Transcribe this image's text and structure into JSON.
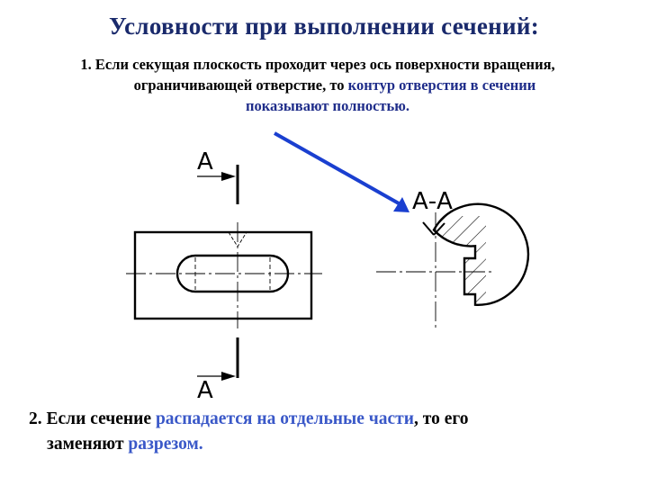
{
  "title": "Условности при выполнении сечений:",
  "rule1": {
    "line1": "1. Если секущая плоскость проходит через ось поверхности вращения,",
    "line2_start": "ограничивающей отверстие, то ",
    "line2_highlight": "контур отверстия  в сечении",
    "line3": "показывают полностью."
  },
  "drawing": {
    "section_label_top": "А",
    "section_label_bottom": "А",
    "section_view_label": "А-А"
  },
  "rule2": {
    "start": "2. Если сечение ",
    "highlight": "распадается на отдельные части",
    "end": ", то его",
    "line2_start": "заменяют ",
    "line2_highlight": "разрезом."
  },
  "colors": {
    "title": "#1a2a6c",
    "highlight": "#1f2d8a",
    "accent": "#3a58c8",
    "arrow": "#1a3fd0"
  }
}
